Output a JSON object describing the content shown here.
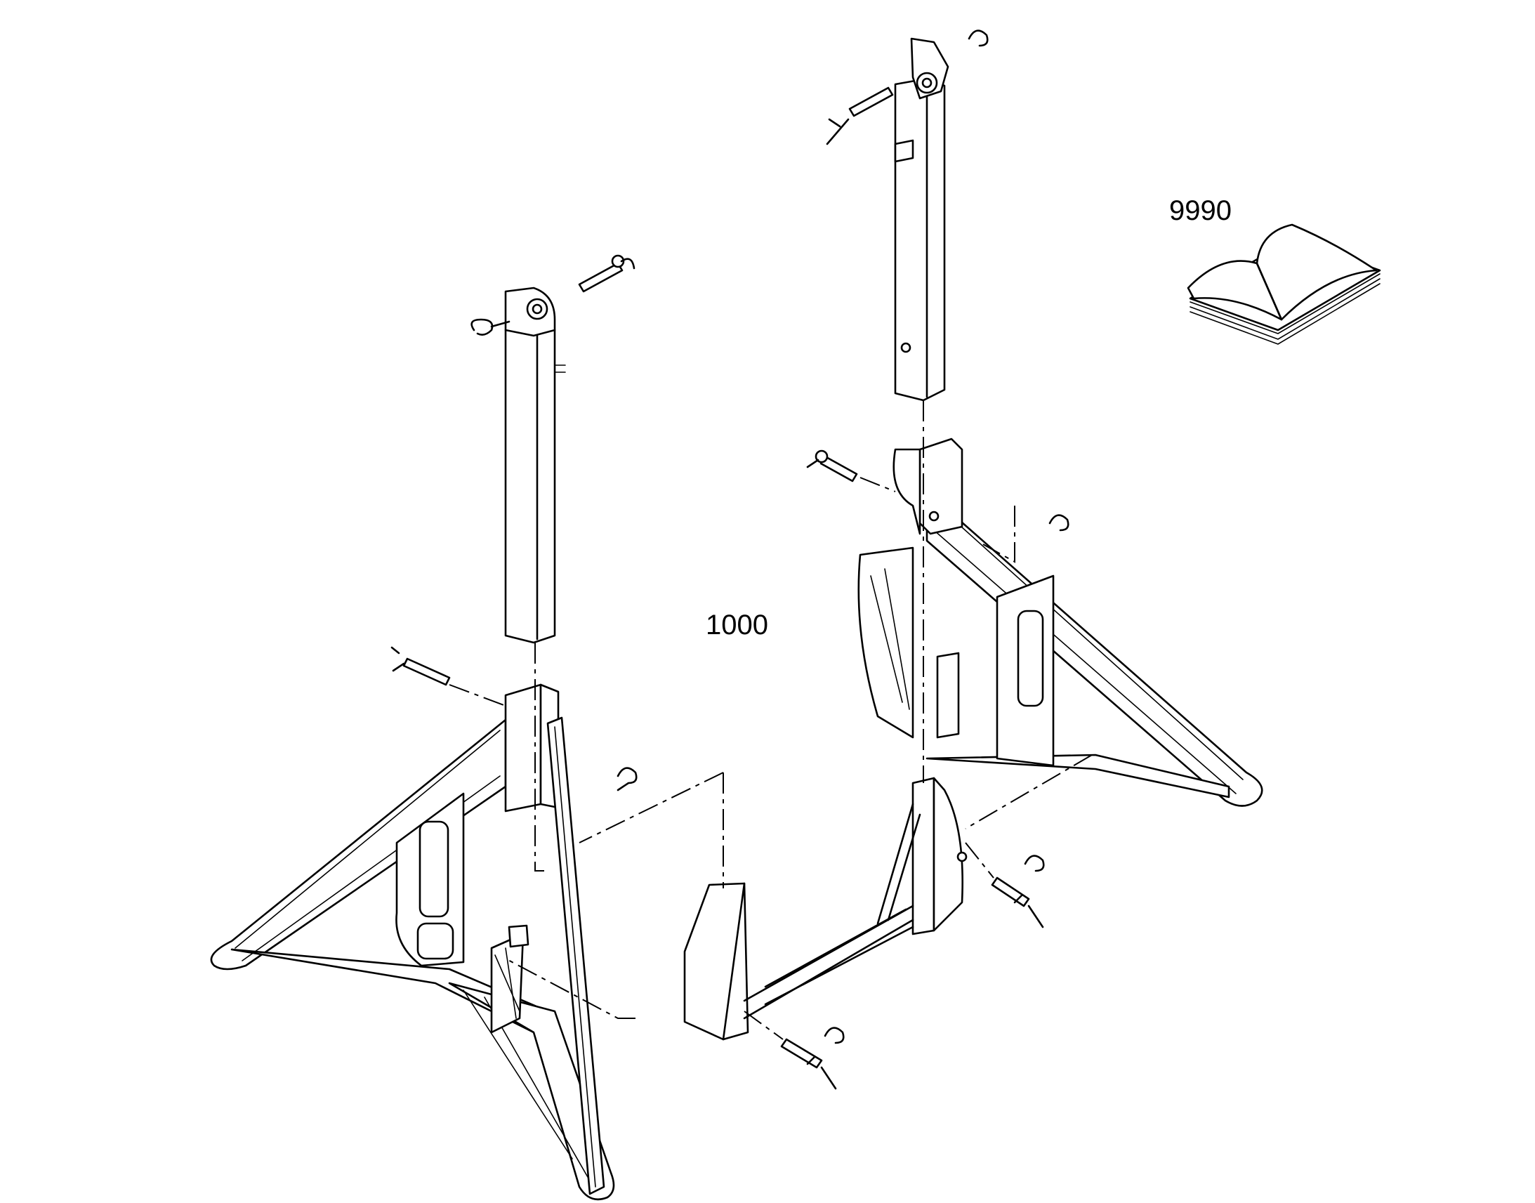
{
  "diagram": {
    "callouts": [
      {
        "id": "assembly",
        "text": "1000"
      },
      {
        "id": "manual",
        "text": "9990"
      }
    ],
    "icons": [
      "manual-book-icon"
    ],
    "colors": {
      "line": "#000000",
      "background": "#ffffff"
    }
  }
}
